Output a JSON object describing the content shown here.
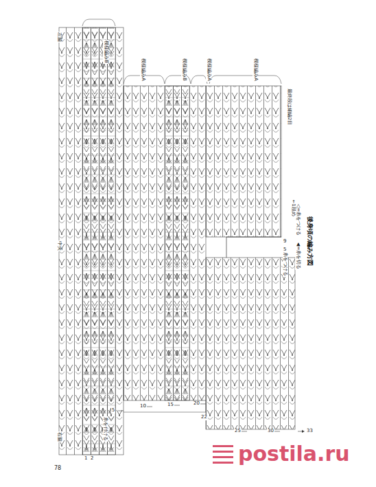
{
  "diagram": {
    "title": "後身頃の編み方図",
    "labels": [
      "◁=糸をつける",
      "◀=糸を切る",
      "模様編みB",
      "模様編みA",
      "模様編みB",
      "模様編みA",
      "模様編みA",
      "最終段は細編2目",
      "中央",
      "右脇",
      "左脇",
      "1",
      "2",
      "5",
      "10",
      "15",
      "20",
      "22",
      "25",
      "30",
      "33",
      "9",
      "5",
      "←1段め",
      "糸をつける",
      "糸を付ける",
      "78",
      "postila.ru"
    ]
  }
}
